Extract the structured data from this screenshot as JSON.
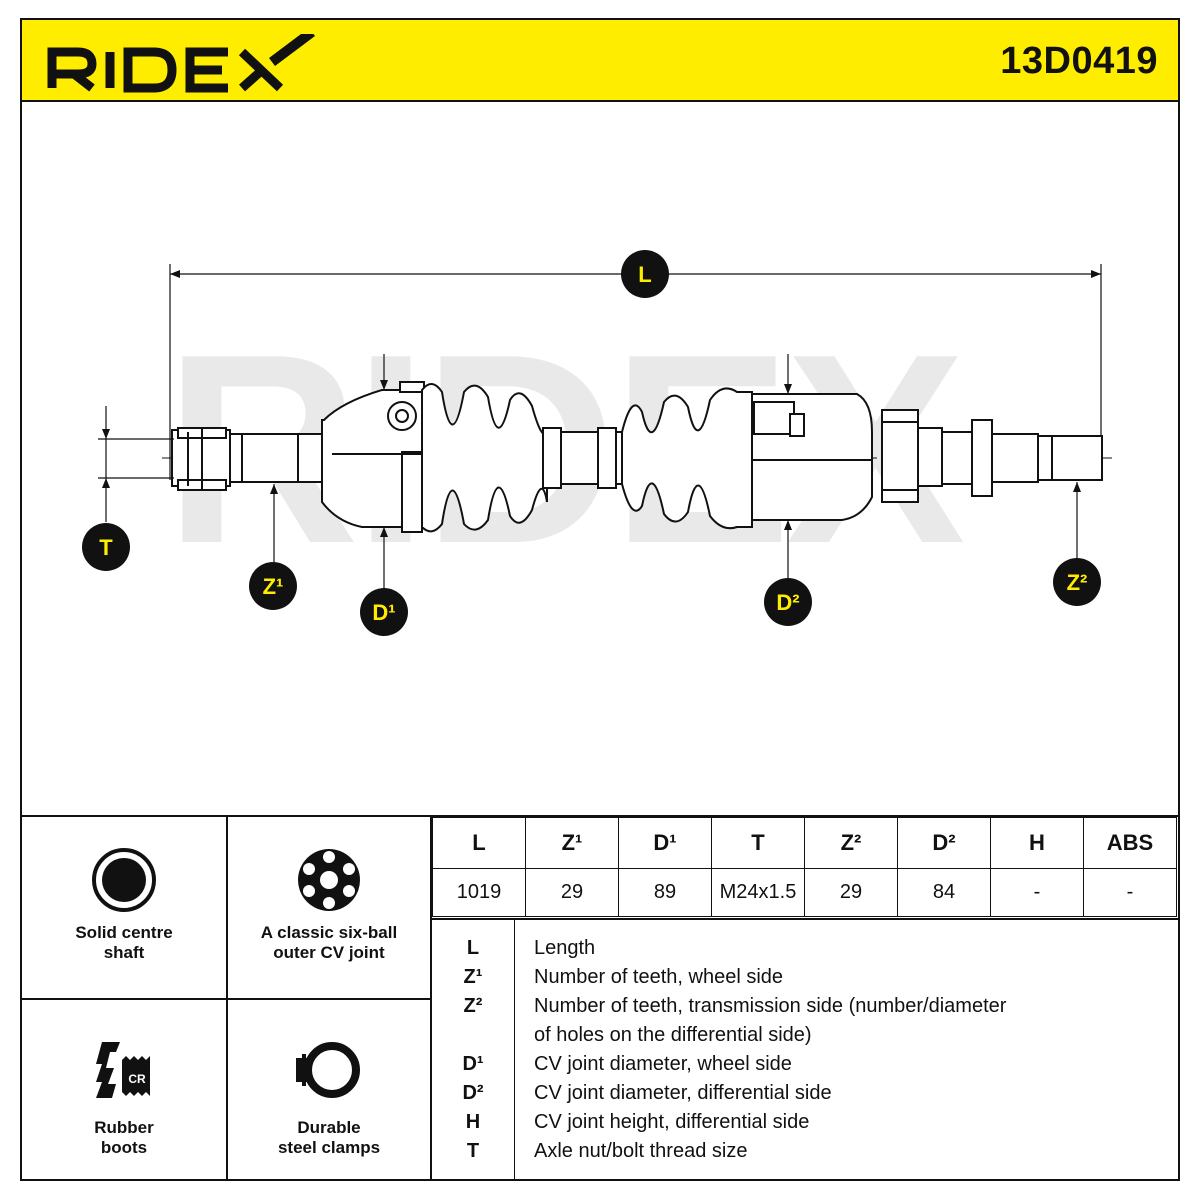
{
  "header": {
    "brand": "RIDEX",
    "part_number": "13D0419",
    "background_color": "#ffed00"
  },
  "drawing": {
    "watermark": "RIDEX",
    "callouts": {
      "L": "L",
      "T": "T",
      "Z1": "Z¹",
      "D1": "D¹",
      "D2": "D²",
      "Z2": "Z²"
    }
  },
  "features": [
    {
      "label": "Solid centre\nshaft",
      "icon": "solid-shaft-icon"
    },
    {
      "label": "A classic six-ball\nouter CV joint",
      "icon": "six-ball-joint-icon"
    },
    {
      "label": "Rubber\nboots",
      "icon": "rubber-boot-cr-icon",
      "badge": "CR"
    },
    {
      "label": "Durable\nsteel clamps",
      "icon": "steel-clamp-icon"
    }
  ],
  "spec_table": {
    "headers": [
      "L",
      "Z¹",
      "D¹",
      "T",
      "Z²",
      "D²",
      "H",
      "ABS"
    ],
    "values": [
      "1019",
      "29",
      "89",
      "M24x1.5",
      "29",
      "84",
      "-",
      "-"
    ]
  },
  "legend": [
    {
      "key": "L",
      "text": "Length"
    },
    {
      "key": "Z¹",
      "text": "Number of teeth, wheel side"
    },
    {
      "key": "Z²",
      "text": "Number of teeth, transmission side (number/diameter"
    },
    {
      "key": "",
      "text": "of holes on the differential side)"
    },
    {
      "key": "D¹",
      "text": "CV joint diameter, wheel side"
    },
    {
      "key": "D²",
      "text": "CV joint diameter, differential side"
    },
    {
      "key": "H",
      "text": "CV joint height, differential side"
    },
    {
      "key": "T",
      "text": "Axle nut/bolt thread size"
    }
  ]
}
